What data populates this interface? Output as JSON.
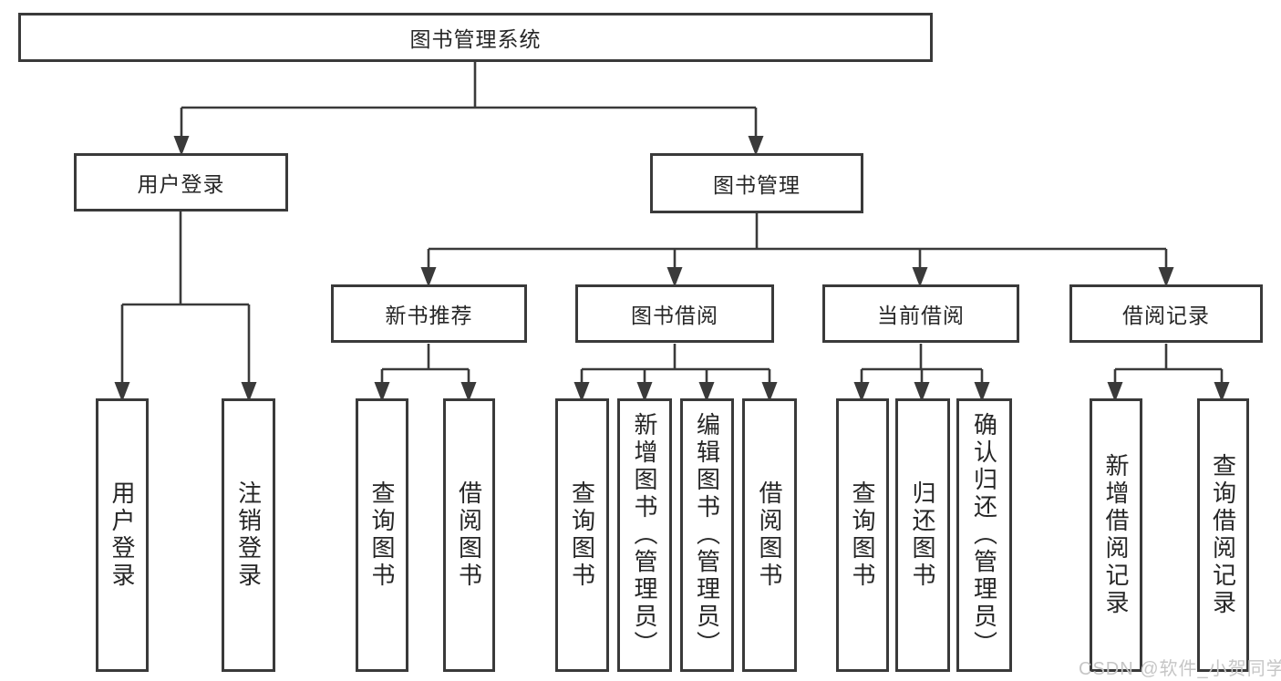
{
  "diagram": {
    "type": "tree",
    "root": {
      "label": "图书管理系统"
    },
    "branches": [
      {
        "label": "用户登录",
        "children": [
          {
            "label": "用户登录"
          },
          {
            "label": "注销登录"
          }
        ]
      },
      {
        "label": "图书管理",
        "children": [
          {
            "label": "新书推荐",
            "children": [
              {
                "label": "查询图书"
              },
              {
                "label": "借阅图书"
              }
            ]
          },
          {
            "label": "图书借阅",
            "children": [
              {
                "label": "查询图书"
              },
              {
                "label": "新增图书（管理员）"
              },
              {
                "label": "编辑图书（管理员）"
              },
              {
                "label": "借阅图书"
              }
            ]
          },
          {
            "label": "当前借阅",
            "children": [
              {
                "label": "查询图书"
              },
              {
                "label": "归还图书"
              },
              {
                "label": "确认归还（管理员）"
              }
            ]
          },
          {
            "label": "借阅记录",
            "children": [
              {
                "label": "新增借阅记录"
              },
              {
                "label": "查询借阅记录"
              }
            ]
          }
        ]
      }
    ]
  },
  "watermark": {
    "text": "CSDN @软件_小贺同学"
  },
  "colors": {
    "line": "#3a3a3a",
    "text": "#262626",
    "watermark": "#c6c6c6",
    "background": "#ffffff"
  }
}
